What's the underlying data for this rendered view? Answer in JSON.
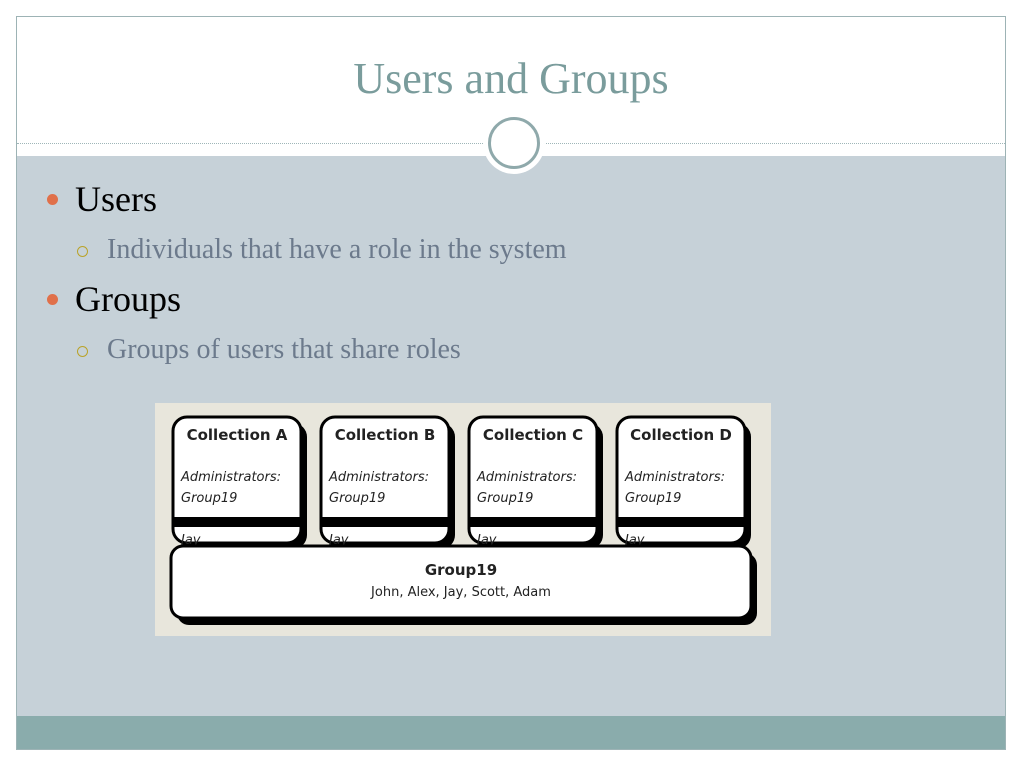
{
  "slide": {
    "title": "Users and Groups"
  },
  "bullets": [
    {
      "label": "Users",
      "sub": [
        "Individuals that have a role in the system"
      ]
    },
    {
      "label": "Groups",
      "sub": [
        "Groups of users that share roles"
      ]
    }
  ],
  "diagram": {
    "collections": [
      {
        "name": "Collection A",
        "admin_label": "Administrators:",
        "admin_group": "Group19",
        "member": "Jay"
      },
      {
        "name": "Collection B",
        "admin_label": "Administrators:",
        "admin_group": "Group19",
        "member": "Jay"
      },
      {
        "name": "Collection C",
        "admin_label": "Administrators:",
        "admin_group": "Group19",
        "member": "Jay"
      },
      {
        "name": "Collection D",
        "admin_label": "Administrators:",
        "admin_group": "Group19",
        "member": "Jay"
      }
    ],
    "group": {
      "name": "Group19",
      "members": "John, Alex, Jay, Scott, Adam"
    }
  },
  "colors": {
    "title": "#7a9c9c",
    "content_bg": "#c6d1d8",
    "footer": "#8aacac",
    "bullet_l1": "#e0704a",
    "bullet_l2": "#b9a32a",
    "sub_text": "#6c7a8c"
  }
}
